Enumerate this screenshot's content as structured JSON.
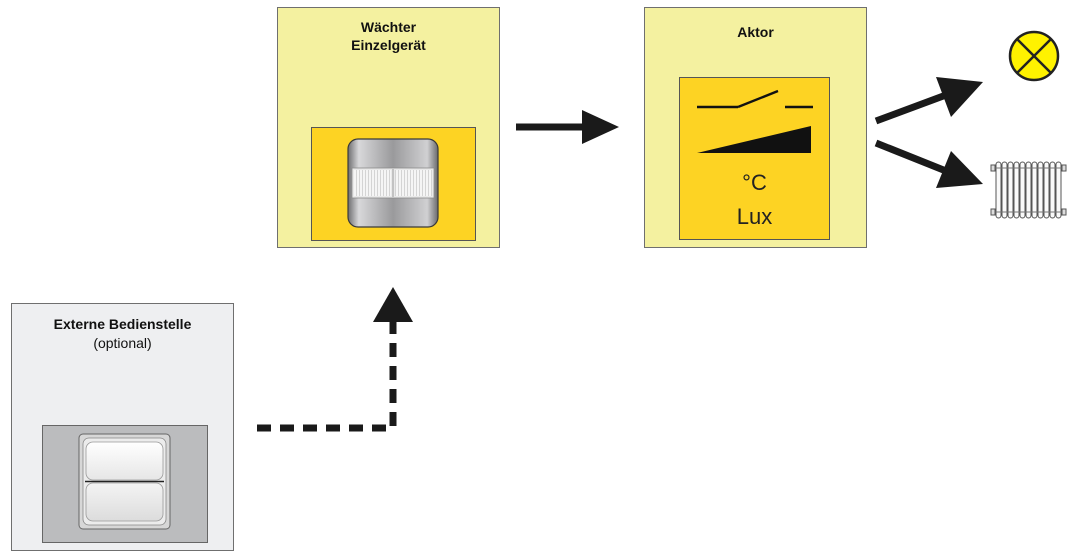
{
  "nodes": {
    "waechter": {
      "title_line1": "Wächter",
      "title_line2": "Einzelgerät"
    },
    "aktor": {
      "title": "Aktor",
      "unit_celsius": "°C",
      "unit_lux": "Lux"
    },
    "extern": {
      "title": "Externe Bedienstelle",
      "subtitle": "(optional)"
    }
  },
  "icons": {
    "sensor": "motion-sensor-icon",
    "switch": "relay-switch-icon",
    "dimmer": "dimmer-ramp-icon",
    "lamp": "lamp-icon",
    "radiator": "radiator-icon",
    "push_button": "push-button-icon"
  },
  "colors": {
    "box_yellow": "#f4f1a0",
    "panel_yellow": "#fdd323",
    "box_gray": "#eeeff1",
    "arrow": "#1a1a1a"
  }
}
